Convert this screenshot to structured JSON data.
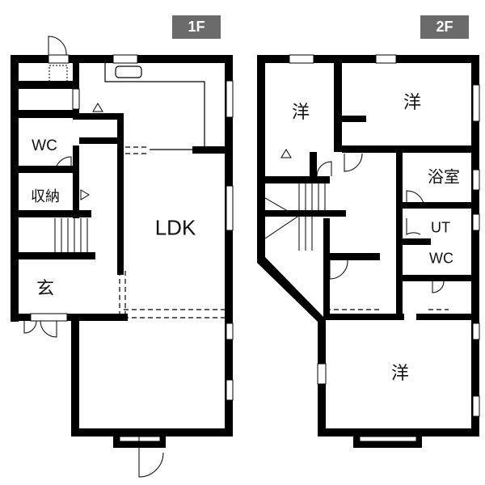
{
  "floors": [
    {
      "badge": "1F",
      "rooms": {
        "wc": "WC",
        "storage": "収納",
        "ldk": "LDK",
        "entrance": "玄"
      }
    },
    {
      "badge": "2F",
      "rooms": {
        "western1": "洋",
        "western2": "洋",
        "bath": "浴室",
        "ut": "UT",
        "wc": "WC",
        "western3": "洋"
      }
    }
  ],
  "colors": {
    "wall": "#000000",
    "badge": "#6b6b6b"
  }
}
